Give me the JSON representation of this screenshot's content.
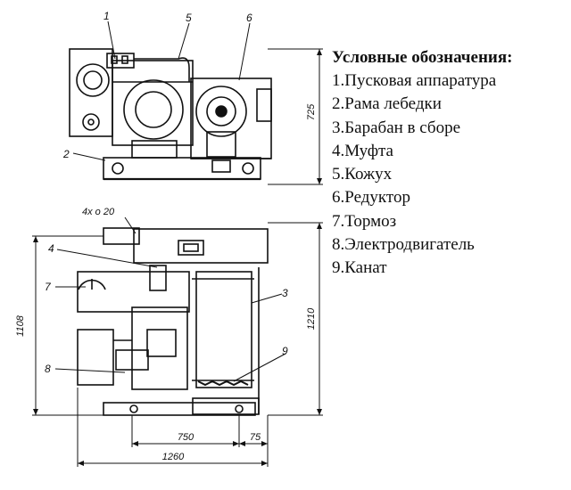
{
  "legend": {
    "title": "Условные обозначения:",
    "items": [
      "1.Пусковая аппаратура",
      "2.Рама лебедки",
      "3.Барабан в сборе",
      "4.Муфта",
      "5.Кожух",
      "6.Редуктор",
      "7.Тормоз",
      "8.Электродвигатель",
      "9.Канат"
    ]
  },
  "callouts": {
    "c1": "1",
    "c2": "2",
    "c3": "3",
    "c4": "4",
    "c5": "5",
    "c6": "6",
    "c7": "7",
    "c8": "8",
    "c9": "9"
  },
  "dimensions": {
    "height_top": "725",
    "holes": "4x о 20",
    "height_left": "1108",
    "height_right": "1210",
    "width_750": "750",
    "width_75": "75",
    "width_total": "1260"
  }
}
